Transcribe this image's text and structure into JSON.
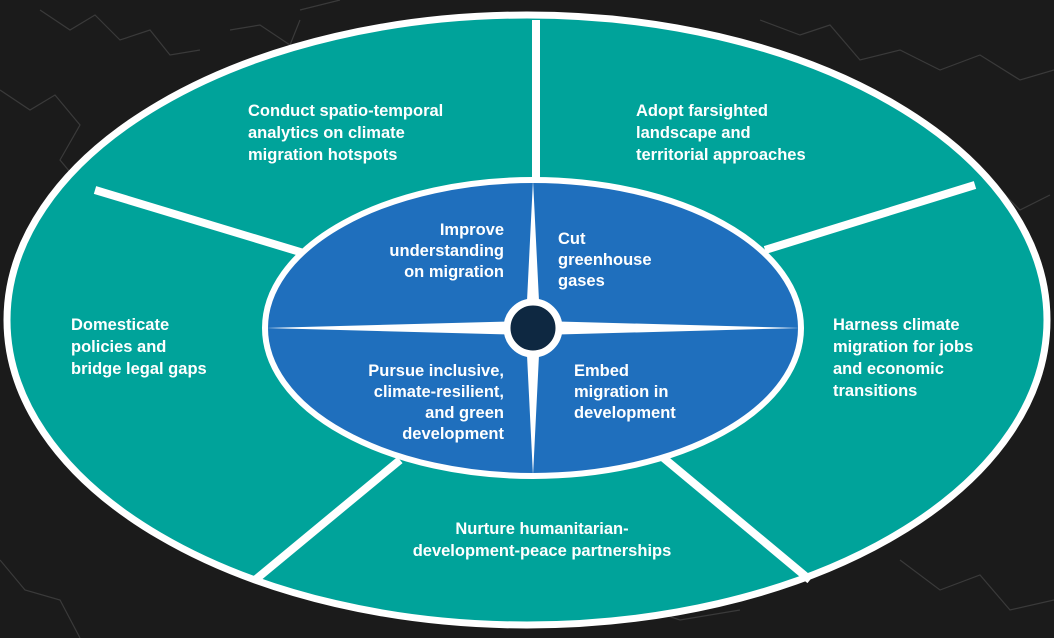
{
  "colors": {
    "background": "#1b1b1b",
    "outer_ring": "#00a39a",
    "inner_ellipse": "#1f6fbd",
    "divider": "#ffffff",
    "center_dot": "#0e2841"
  },
  "outer_segments": [
    {
      "id": "top-left",
      "text": "Conduct spatio-temporal analytics on climate migration hotspots",
      "lines": [
        "Conduct spatio-temporal",
        "analytics on climate",
        "migration hotspots"
      ]
    },
    {
      "id": "top-right",
      "text": "Adopt farsighted landscape and territorial approaches",
      "lines": [
        "Adopt farsighted",
        "landscape and",
        "territorial approaches"
      ]
    },
    {
      "id": "right",
      "text": "Harness climate migration for jobs and economic transitions",
      "lines": [
        "Harness climate",
        "migration for jobs",
        "and economic",
        "transitions"
      ]
    },
    {
      "id": "bottom",
      "text": "Nurture humanitarian-development-peace partnerships",
      "lines": [
        "Nurture humanitarian-",
        "development-peace partnerships"
      ]
    },
    {
      "id": "left",
      "text": "Domesticate policies and bridge legal gaps",
      "lines": [
        "Domesticate",
        "policies and",
        "bridge legal gaps"
      ]
    }
  ],
  "inner_quadrants": [
    {
      "id": "top-left",
      "text": "Improve understanding on migration",
      "lines": [
        "Improve",
        "understanding",
        "on migration"
      ]
    },
    {
      "id": "top-right",
      "text": "Cut greenhouse gases",
      "lines": [
        "Cut",
        "greenhouse",
        "gases"
      ]
    },
    {
      "id": "bottom-left",
      "text": "Pursue inclusive, climate-resilient, and green development",
      "lines": [
        "Pursue inclusive,",
        "climate-resilient,",
        "and green",
        "development"
      ]
    },
    {
      "id": "bottom-right",
      "text": "Embed migration in development",
      "lines": [
        "Embed",
        "migration in",
        "development"
      ]
    }
  ]
}
